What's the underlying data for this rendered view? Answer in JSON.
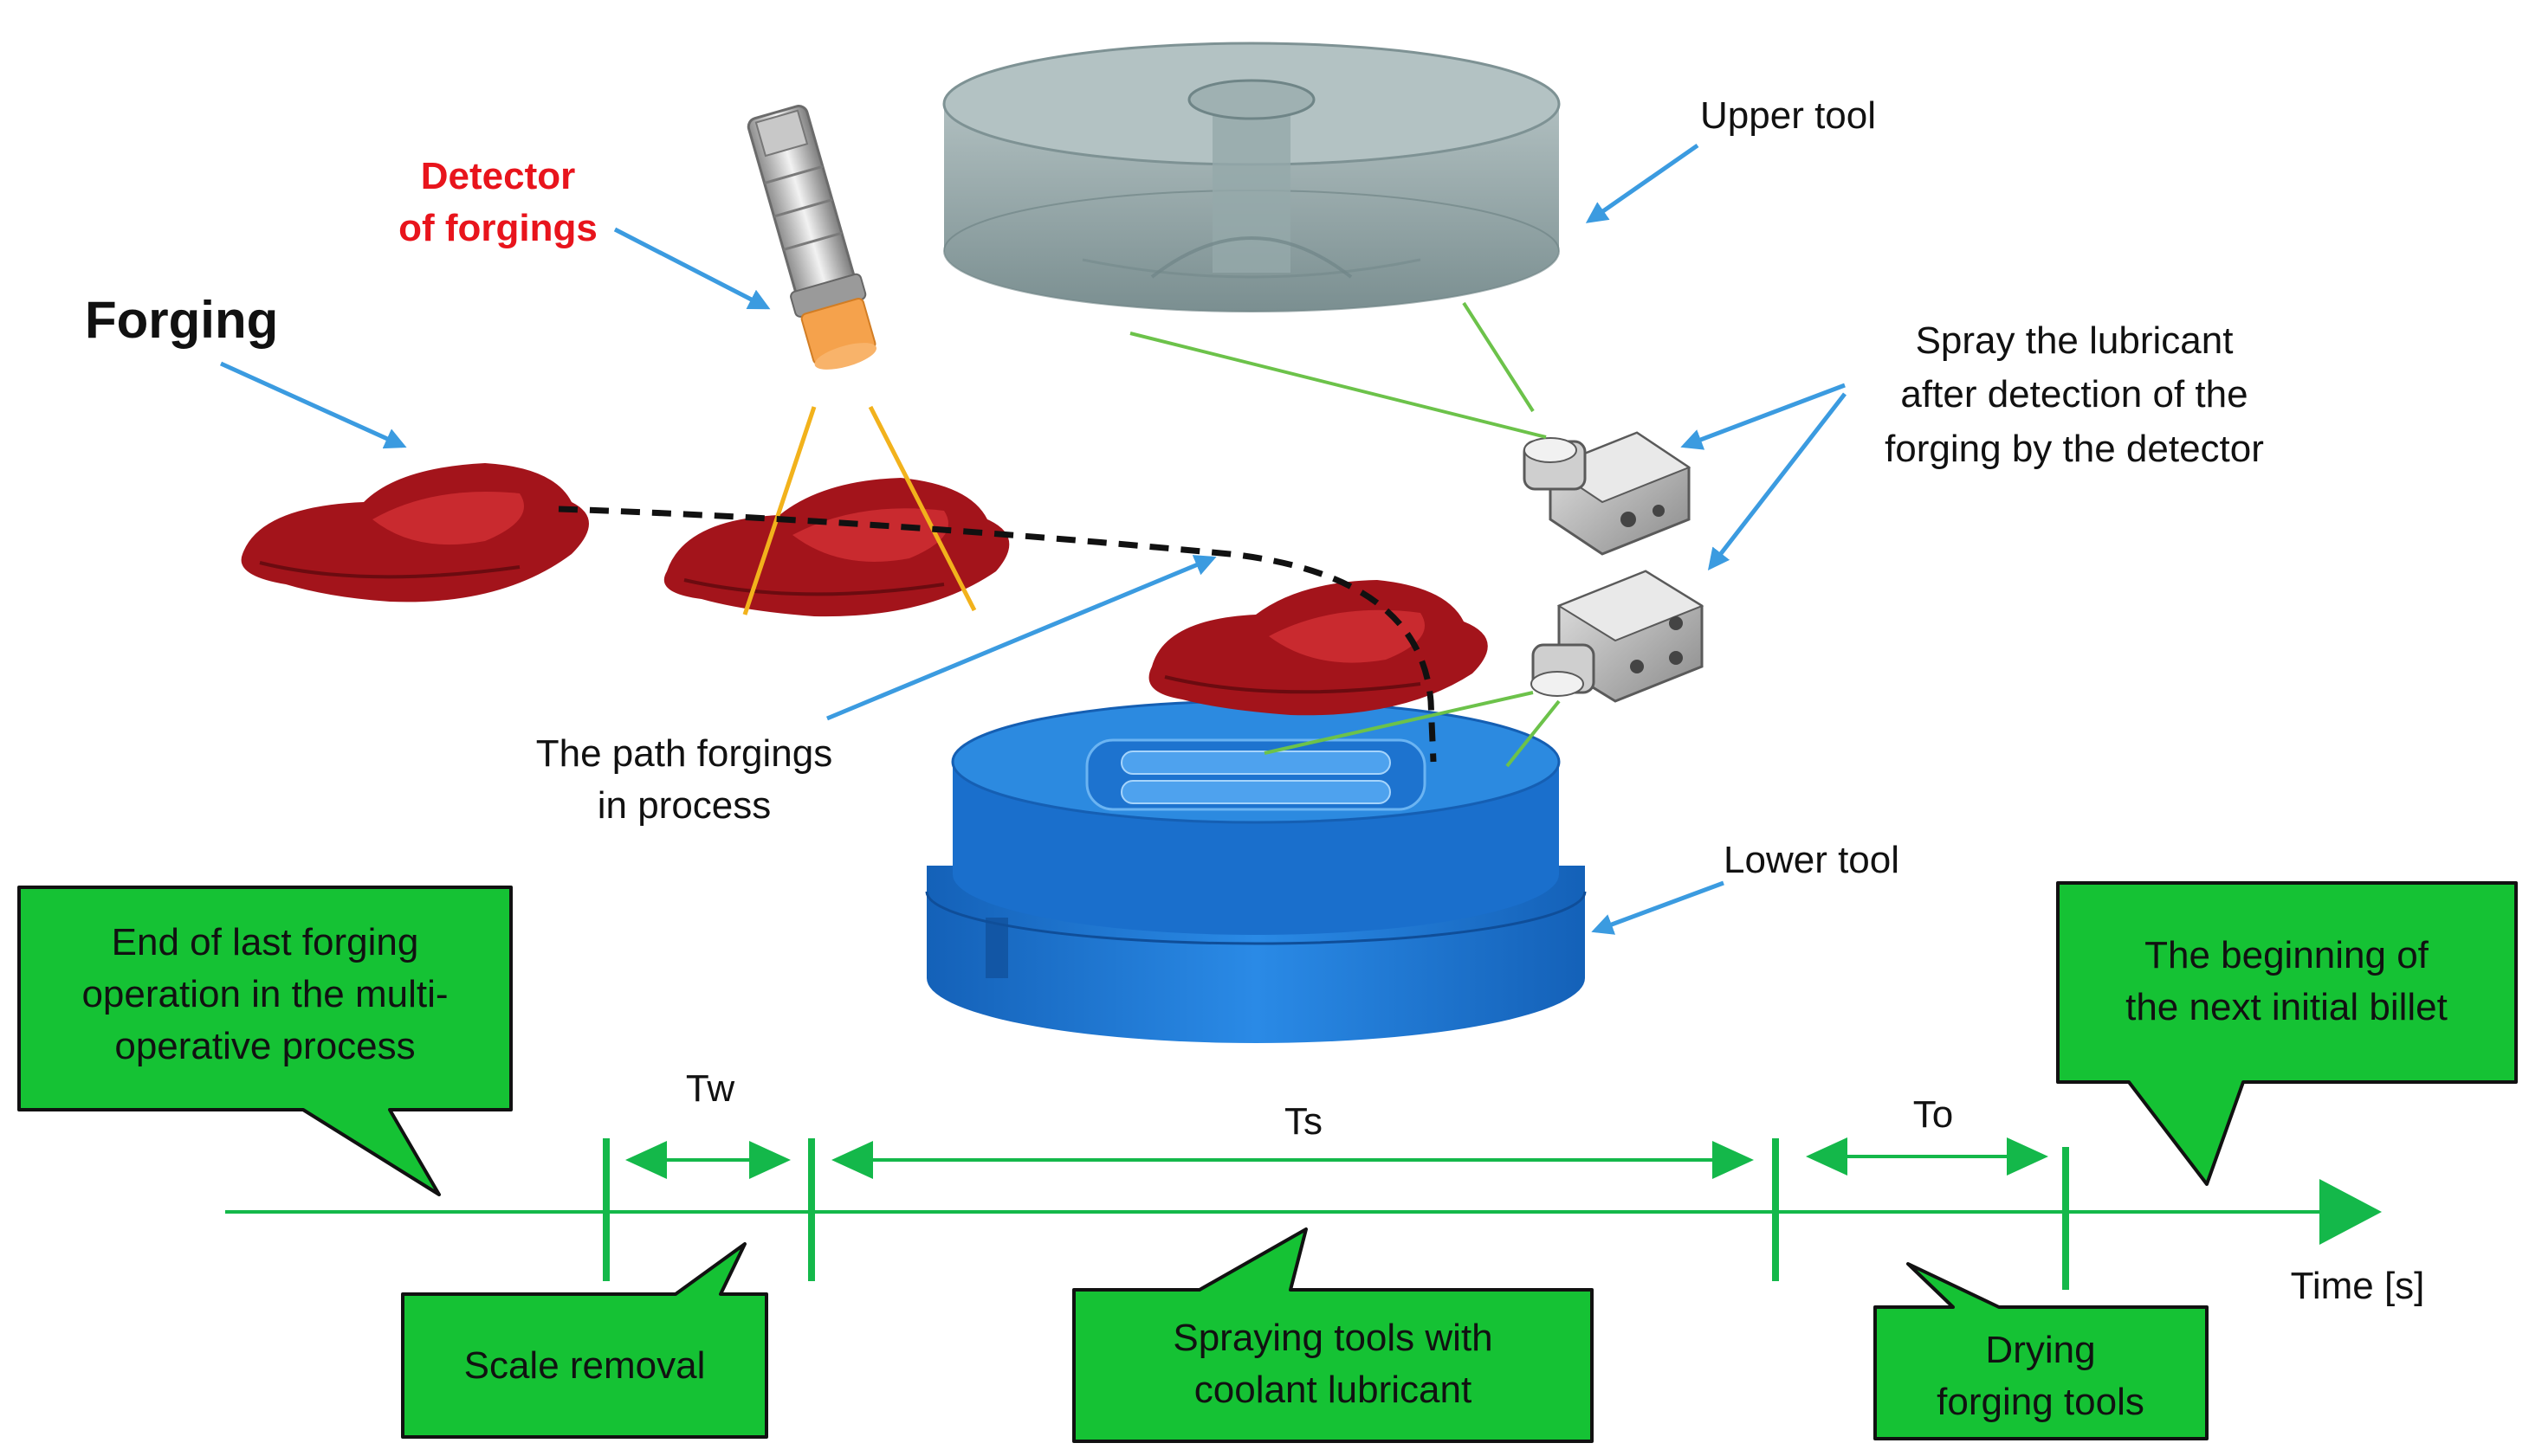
{
  "labels": {
    "detector_line1": "Detector",
    "detector_line2": "of forgings",
    "forging": "Forging",
    "upper_tool": "Upper tool",
    "spray_line1": "Spray the lubricant",
    "spray_line2": "after detection of the",
    "spray_line3": "forging by the detector",
    "path_line1": "The path forgings",
    "path_line2": "in process",
    "lower_tool": "Lower tool"
  },
  "callouts": {
    "end_line1": "End of last forging",
    "end_line2": "operation in the multi-",
    "end_line3": "operative process",
    "begin_line1": "The beginning of",
    "begin_line2": "the next initial billet",
    "scale": "Scale removal",
    "spray_line1": "Spraying tools with",
    "spray_line2": "coolant lubricant",
    "dry_line1": "Drying",
    "dry_line2": "forging tools"
  },
  "timeline": {
    "tw": "Tw",
    "ts": "Ts",
    "to": "To",
    "axis_label": "Time [s]"
  },
  "colors": {
    "detector_text": "#e8141c",
    "arrow_blue": "#3b9be0",
    "callout_fill": "#15c234",
    "timeline_green": "#14b84a",
    "forging_red": "#a3141b",
    "upper_tool": "#8a9fa0",
    "lower_tool": "#1c78d6",
    "laser_yellow": "#f2b21c",
    "link_green": "#6cc24a"
  }
}
